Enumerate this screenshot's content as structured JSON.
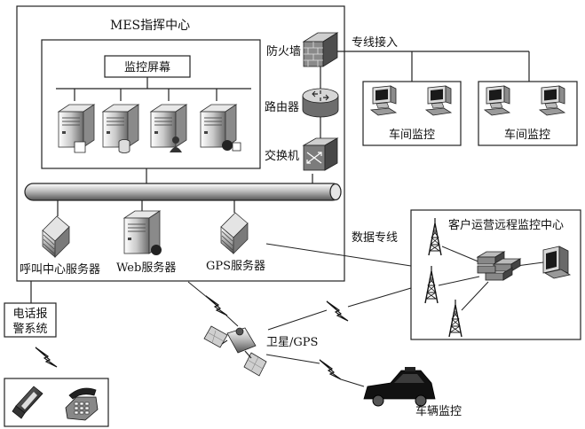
{
  "mes_center": {
    "title": "MES指挥中心"
  },
  "monitor_screen": {
    "label": "监控屏幕"
  },
  "network": {
    "firewall": "防火墙",
    "router": "路由器",
    "switch": "交换机",
    "dedicated_access": "专线接入",
    "data_line": "数据专线"
  },
  "servers": {
    "call_center": "呼叫中心服务器",
    "web": "Web服务器",
    "gps": "GPS服务器"
  },
  "workshops": [
    {
      "label": "车间监控"
    },
    {
      "label": "车间监控"
    }
  ],
  "customer_center": {
    "title": "客户运营远程监控中心"
  },
  "phone_system": {
    "line1": "电话报",
    "line2": "警系统"
  },
  "satellite": {
    "label": "卫星/GPS"
  },
  "vehicle": {
    "label": "车辆监控"
  },
  "colors": {
    "line": "#222222",
    "metal_light": "#f2f2f2",
    "metal_mid": "#b8b8b8",
    "metal_dark": "#5a5a5a"
  }
}
